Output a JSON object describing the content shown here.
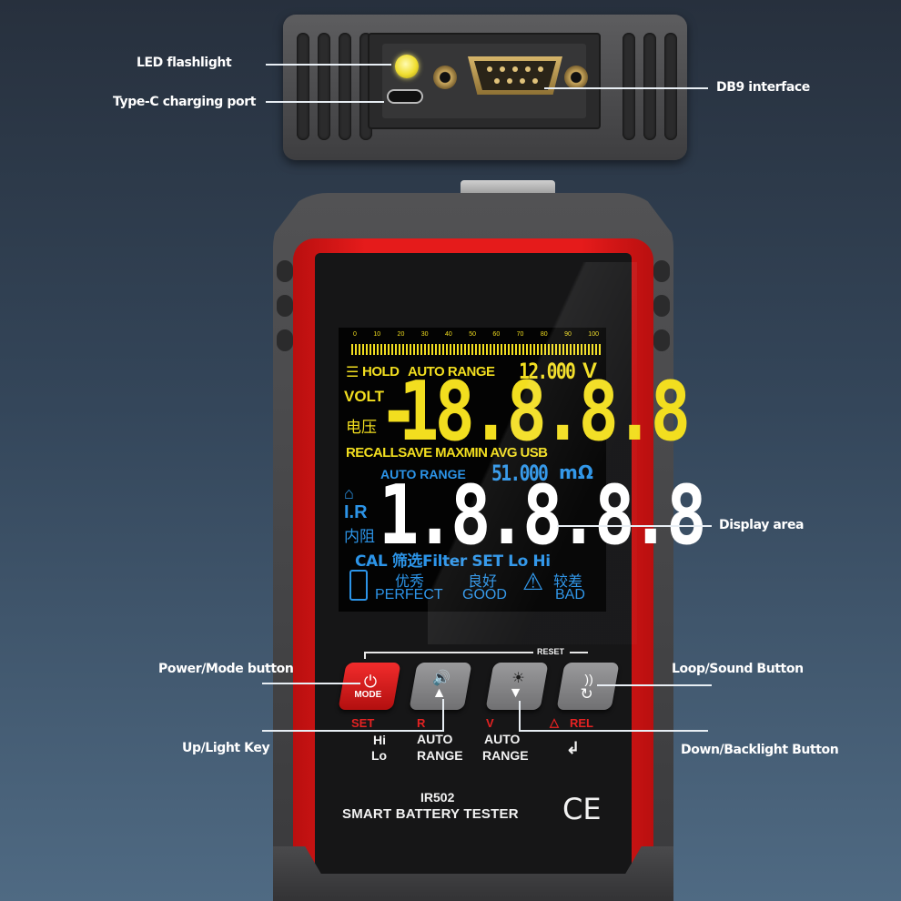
{
  "callouts": {
    "led": "LED flashlight",
    "typec": "Type-C charging port",
    "db9": "DB9 interface",
    "display": "Display area",
    "power": "Power/Mode button",
    "up": "Up/Light Key",
    "loop": "Loop/Sound Button",
    "down": "Down/Backlight Button"
  },
  "lcd": {
    "scale_ticks": [
      "0",
      "10",
      "20",
      "30",
      "40",
      "50",
      "60",
      "70",
      "80",
      "90",
      "100"
    ],
    "hold": "HOLD",
    "auto_range": "AUTO RANGE",
    "range_voltage": "12.000",
    "v_unit": "V",
    "volt": "VOLT",
    "volt_cn": "电压",
    "minus": "-",
    "main_digits": "18.8.8.8",
    "funcs": "RECALLSAVE MAXMIN AVG USB",
    "auto_range2": "AUTO RANGE",
    "range_res": "51.000",
    "res_unit": "mΩ",
    "ir": "I.R",
    "ir_cn": "内阻",
    "res_digits": "1.8.8.8.8",
    "cal_row": "CAL 筛选Filter SET Lo Hi",
    "perfect_cn": "优秀",
    "perfect": "PERFECT",
    "good_cn": "良好",
    "good": "GOOD",
    "bad_cn": "较差",
    "bad": "BAD"
  },
  "keypad": {
    "reset": "RESET",
    "mode": "MODE",
    "set": "SET",
    "hi": "Hi",
    "lo": "Lo",
    "r": "R",
    "v": "V",
    "auto1": "AUTO",
    "range1": "RANGE",
    "auto2": "AUTO",
    "range2": "RANGE",
    "rel": "REL"
  },
  "brand": {
    "model": "IR502",
    "product": "SMART BATTERY TESTER",
    "ce": "CE"
  }
}
